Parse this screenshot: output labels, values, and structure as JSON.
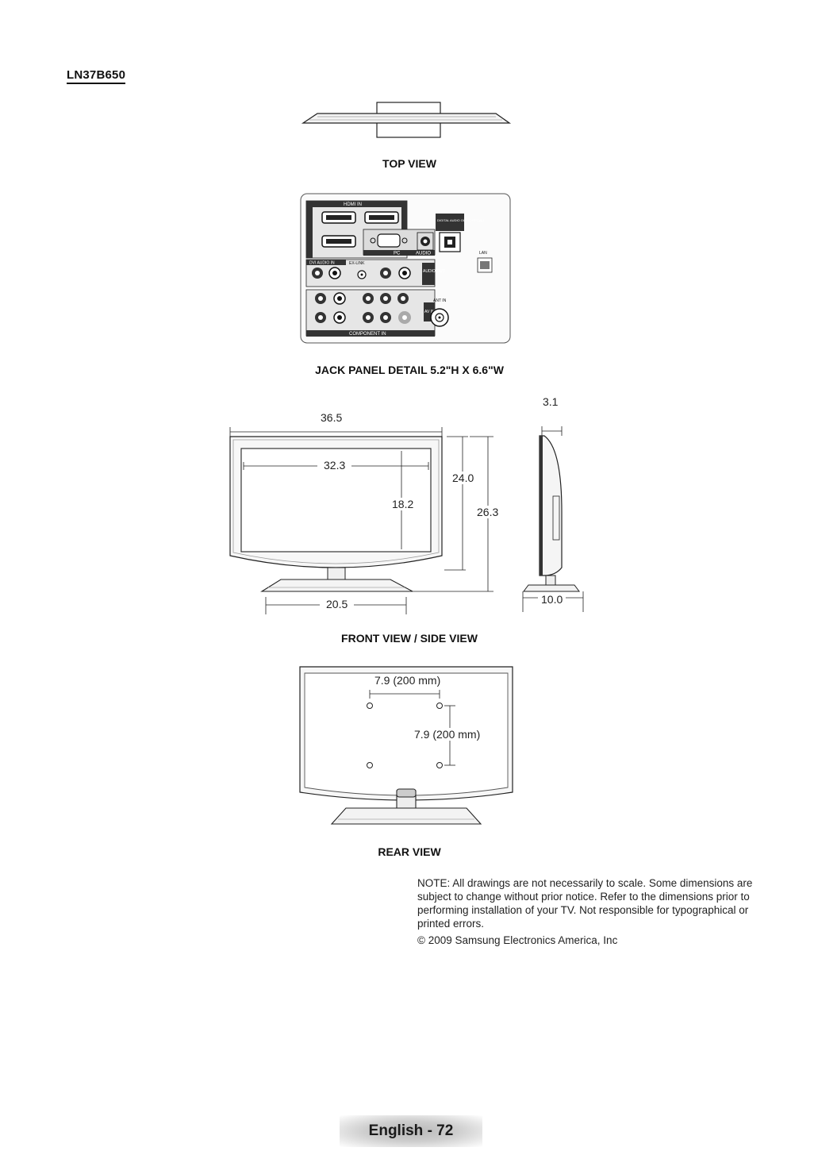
{
  "page": {
    "model": "LN37B650",
    "captions": {
      "top_view": "TOP VIEW",
      "jack_panel": "JACK PANEL DETAIL 5.2\"H X 6.6\"W",
      "front_side_view": "FRONT VIEW / SIDE VIEW",
      "rear_view": "REAR VIEW"
    },
    "dimensions": {
      "overall_width": "36.5",
      "screen_width": "32.3",
      "screen_height": "18.2",
      "body_height": "24.0",
      "total_height": "26.3",
      "stand_width": "20.5",
      "depth": "3.1",
      "stand_depth": "10.0",
      "vesa_horizontal": "7.9 (200 mm)",
      "vesa_vertical": "7.9 (200 mm)"
    },
    "jack_labels": {
      "hdmi_in": "HDMI IN",
      "digital_audio_out": "DIGITAL AUDIO OUT (OPTICAL)",
      "lan": "LAN",
      "ex_link": "EX-LINK",
      "pc": "PC",
      "audio": "AUDIO",
      "dvi_audio_in": "DVI AUDIO IN",
      "audio_out": "AUDIO OUT",
      "ant_in": "ANT IN",
      "av_in": "AV IN",
      "component_in": "COMPONENT IN"
    },
    "note": "NOTE: All drawings are not necessarily to scale. Some dimensions are subject to change without prior notice. Refer to the dimensions prior to performing installation of your TV. Not responsible for typographical or printed errors.",
    "copyright": "© 2009 Samsung Electronics America, Inc",
    "footer": "English - 72"
  }
}
